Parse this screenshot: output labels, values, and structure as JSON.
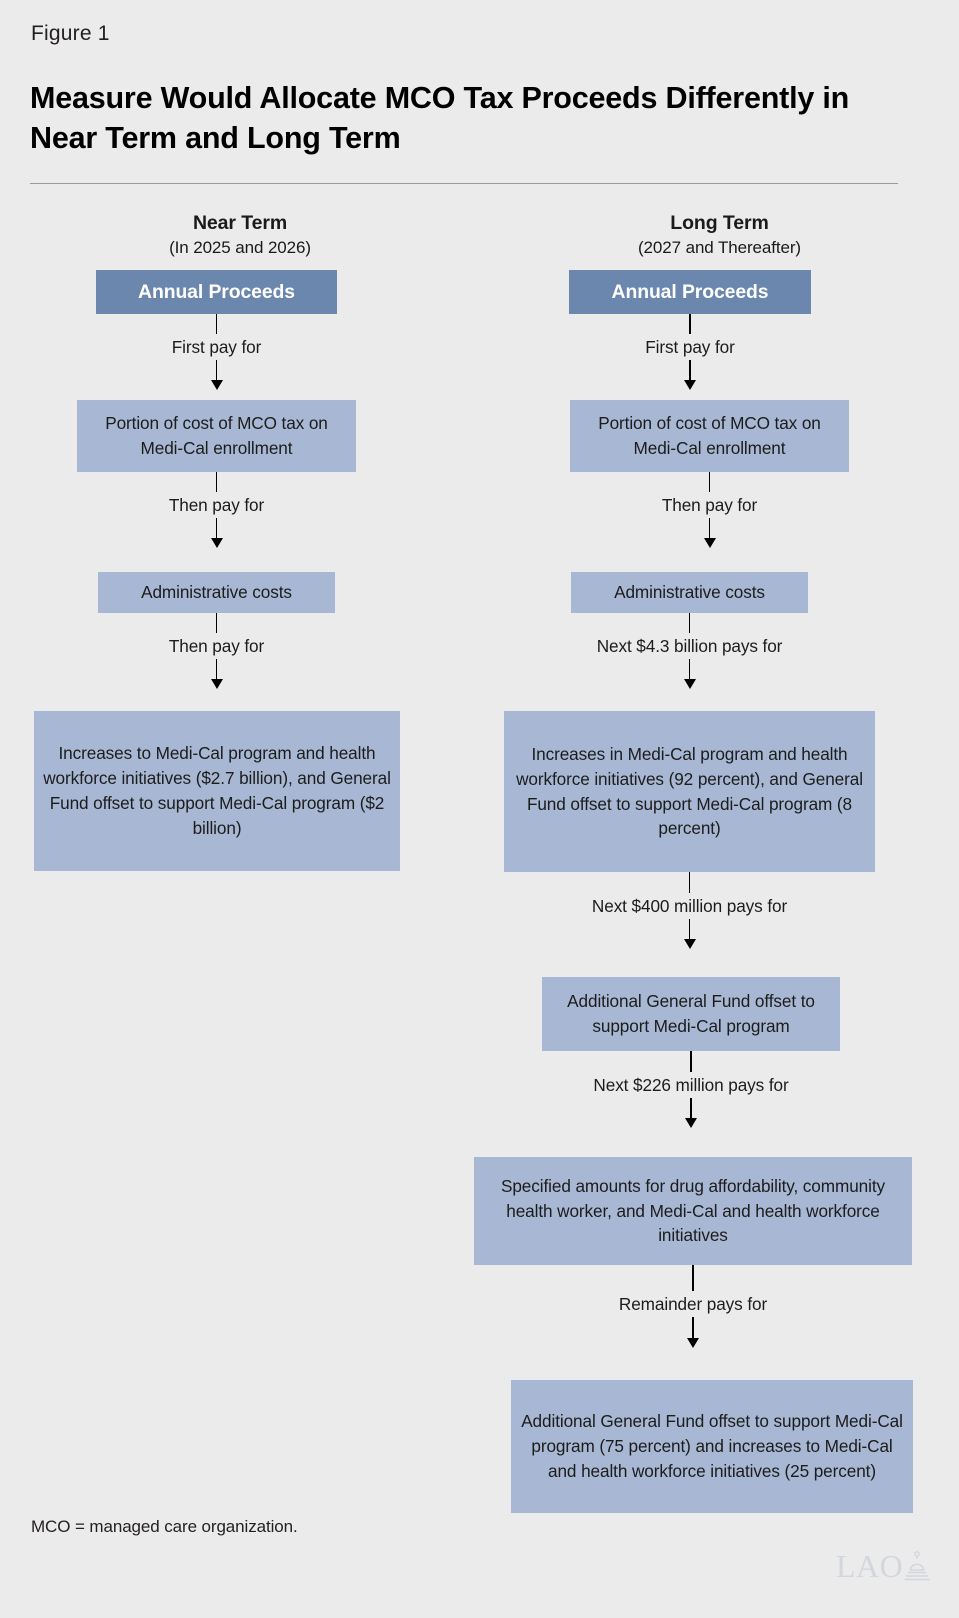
{
  "figure": {
    "label": "Figure 1",
    "title": "Measure Would Allocate MCO Tax Proceeds Differently in Near Term and Long Term",
    "footnote": "MCO = managed care organization.",
    "logo_text": "LAO",
    "colors": {
      "background": "#ebebeb",
      "header_box": "#6b87ad",
      "body_box": "#a8b8d4",
      "text": "#1c1c1c",
      "header_text": "#ffffff",
      "rule": "#9a9a9a"
    }
  },
  "columns": [
    {
      "key": "near_term",
      "title": "Near Term",
      "subtitle": "(In 2025 and 2026)",
      "nodes": [
        {
          "id": "near-annual-proceeds",
          "type": "header",
          "text": "Annual Proceeds"
        },
        {
          "id": "near-mco-tax-cost",
          "type": "plain",
          "text": "Portion of cost of MCO tax on Medi-Cal enrollment"
        },
        {
          "id": "near-admin-costs",
          "type": "plain",
          "text": "Administrative costs"
        },
        {
          "id": "near-increases",
          "type": "plain",
          "text": "Increases to Medi-Cal program and health workforce initiatives ($2.7 billion), and General Fund offset to support Medi-Cal program ($2 billion)"
        }
      ],
      "connectors": [
        {
          "id": "near-conn-1",
          "label": "First pay for"
        },
        {
          "id": "near-conn-2",
          "label": "Then pay for"
        },
        {
          "id": "near-conn-3",
          "label": "Then pay for"
        }
      ]
    },
    {
      "key": "long_term",
      "title": "Long Term",
      "subtitle": "(2027 and Thereafter)",
      "nodes": [
        {
          "id": "long-annual-proceeds",
          "type": "header",
          "text": "Annual Proceeds"
        },
        {
          "id": "long-mco-tax-cost",
          "type": "plain",
          "text": "Portion of cost of MCO tax on Medi-Cal enrollment"
        },
        {
          "id": "long-admin-costs",
          "type": "plain",
          "text": "Administrative costs"
        },
        {
          "id": "long-increases",
          "type": "plain",
          "text": "Increases in Medi-Cal program and health workforce initiatives (92 percent), and General Fund offset to support Medi-Cal program (8 percent)"
        },
        {
          "id": "long-additional-gf",
          "type": "plain",
          "text": "Additional General Fund offset to support Medi-Cal program"
        },
        {
          "id": "long-specified-amounts",
          "type": "plain",
          "text": "Specified amounts for drug affordability, community health worker, and Medi-Cal and health workforce initiatives"
        },
        {
          "id": "long-remainder",
          "type": "plain",
          "text": "Additional General Fund offset to support Medi-Cal program (75 percent) and increases to Medi-Cal and health workforce initiatives (25 percent)"
        }
      ],
      "connectors": [
        {
          "id": "long-conn-1",
          "label": "First pay for"
        },
        {
          "id": "long-conn-2",
          "label": "Then pay for"
        },
        {
          "id": "long-conn-3",
          "label": "Next $4.3 billion pays for"
        },
        {
          "id": "long-conn-4",
          "label": "Next $400 million pays for"
        },
        {
          "id": "long-conn-5",
          "label": "Next $226 million pays for"
        },
        {
          "id": "long-conn-6",
          "label": "Remainder pays for"
        }
      ]
    }
  ]
}
